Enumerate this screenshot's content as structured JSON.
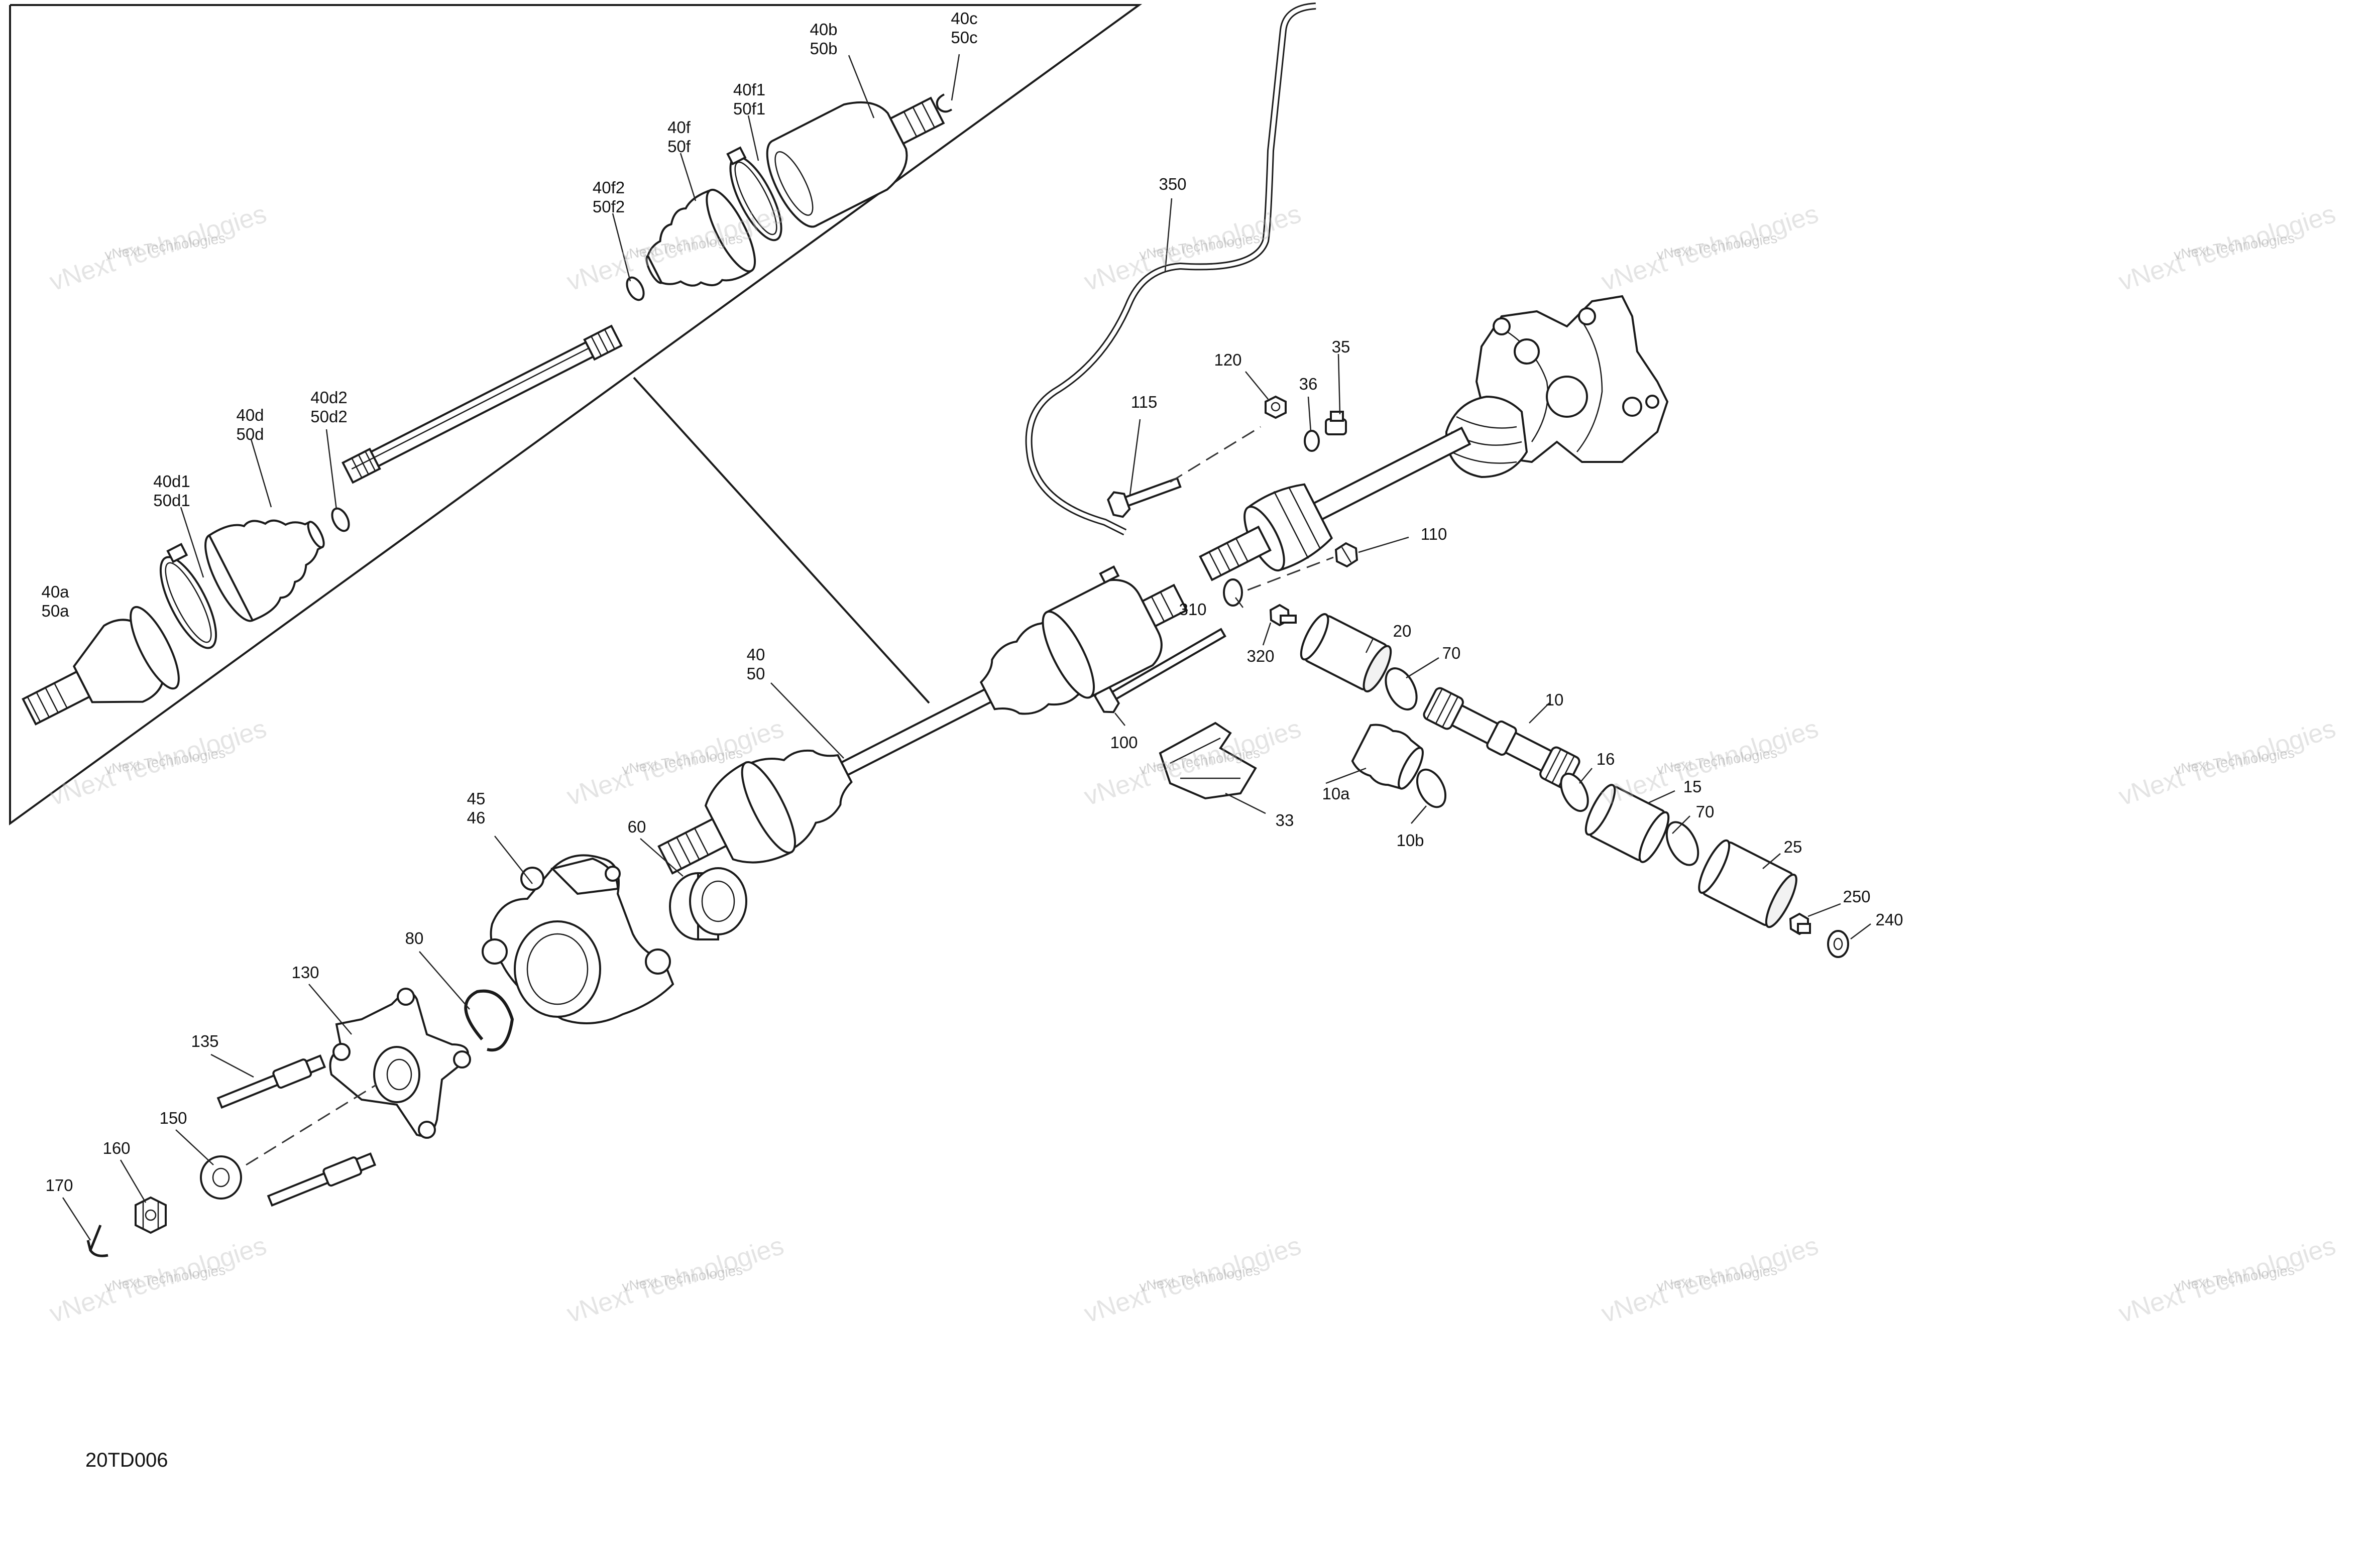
{
  "figure_code": "20TD006",
  "watermark": {
    "line1": "vNext Technologies",
    "line2": "vNext Technologies"
  },
  "callouts": [
    {
      "id": "40c",
      "lines": [
        "40c",
        "50c"
      ]
    },
    {
      "id": "40b",
      "lines": [
        "40b",
        "50b"
      ]
    },
    {
      "id": "40f1",
      "lines": [
        "40f1",
        "50f1"
      ]
    },
    {
      "id": "40f",
      "lines": [
        "40f",
        "50f"
      ]
    },
    {
      "id": "40f2",
      "lines": [
        "40f2",
        "50f2"
      ]
    },
    {
      "id": "40d2",
      "lines": [
        "40d2",
        "50d2"
      ]
    },
    {
      "id": "40d",
      "lines": [
        "40d",
        "50d"
      ]
    },
    {
      "id": "40d1",
      "lines": [
        "40d1",
        "50d1"
      ]
    },
    {
      "id": "40a",
      "lines": [
        "40a",
        "50a"
      ]
    },
    {
      "id": "350",
      "lines": [
        "350"
      ]
    },
    {
      "id": "120",
      "lines": [
        "120"
      ]
    },
    {
      "id": "35",
      "lines": [
        "35"
      ]
    },
    {
      "id": "36",
      "lines": [
        "36"
      ]
    },
    {
      "id": "115",
      "lines": [
        "115"
      ]
    },
    {
      "id": "110",
      "lines": [
        "110"
      ]
    },
    {
      "id": "310",
      "lines": [
        "310"
      ]
    },
    {
      "id": "320",
      "lines": [
        "320"
      ]
    },
    {
      "id": "20",
      "lines": [
        "20"
      ]
    },
    {
      "id": "70a",
      "lines": [
        "70"
      ]
    },
    {
      "id": "40",
      "lines": [
        "40",
        "50"
      ]
    },
    {
      "id": "100",
      "lines": [
        "100"
      ]
    },
    {
      "id": "10",
      "lines": [
        "10"
      ]
    },
    {
      "id": "16",
      "lines": [
        "16"
      ]
    },
    {
      "id": "33",
      "lines": [
        "33"
      ]
    },
    {
      "id": "10a",
      "lines": [
        "10a"
      ]
    },
    {
      "id": "10b",
      "lines": [
        "10b"
      ]
    },
    {
      "id": "15",
      "lines": [
        "15"
      ]
    },
    {
      "id": "70b",
      "lines": [
        "70"
      ]
    },
    {
      "id": "25",
      "lines": [
        "25"
      ]
    },
    {
      "id": "250",
      "lines": [
        "250"
      ]
    },
    {
      "id": "240",
      "lines": [
        "240"
      ]
    },
    {
      "id": "45",
      "lines": [
        "45",
        "46"
      ]
    },
    {
      "id": "60",
      "lines": [
        "60"
      ]
    },
    {
      "id": "80",
      "lines": [
        "80"
      ]
    },
    {
      "id": "130",
      "lines": [
        "130"
      ]
    },
    {
      "id": "135",
      "lines": [
        "135"
      ]
    },
    {
      "id": "150",
      "lines": [
        "150"
      ]
    },
    {
      "id": "160",
      "lines": [
        "160"
      ]
    },
    {
      "id": "170",
      "lines": [
        "170"
      ]
    }
  ]
}
